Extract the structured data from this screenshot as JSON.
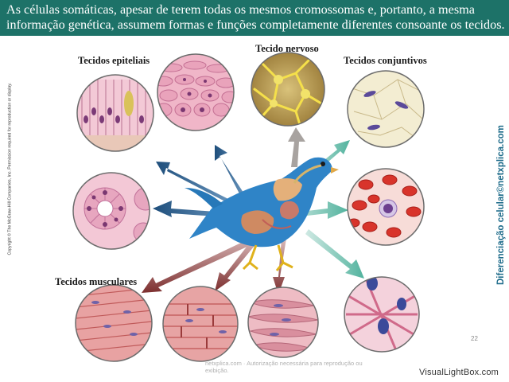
{
  "banner": {
    "text": "As células somáticas, apesar de terem todas os mesmos cromossomas e, portanto, a mesma informação genética, assumem formas e funções completamente diferentes consoante os tecidos."
  },
  "labels": {
    "epithelial": "Tecidos epiteliais",
    "nervous": "Tecido nervoso",
    "connective": "Tecidos conjuntivos",
    "muscular": "Tecidos musculares"
  },
  "side_copyright": "Copyright © The McGraw-Hill Companies, Inc. Permission required for reproduction or display.",
  "side_brand": "Diferenciação celular©netxplica.com",
  "watermark": "netxplica.com · Autorização necessária para reprodução ou exibição.",
  "page_number": "22",
  "site_mark": "VisualLightBox.com",
  "colors": {
    "banner": "#1d7268",
    "bird": "#2f84c7",
    "arrow_blue": "#2c5d8c",
    "arrow_teal": "#6fc0b2",
    "arrow_maroon": "#8a3a3a"
  }
}
